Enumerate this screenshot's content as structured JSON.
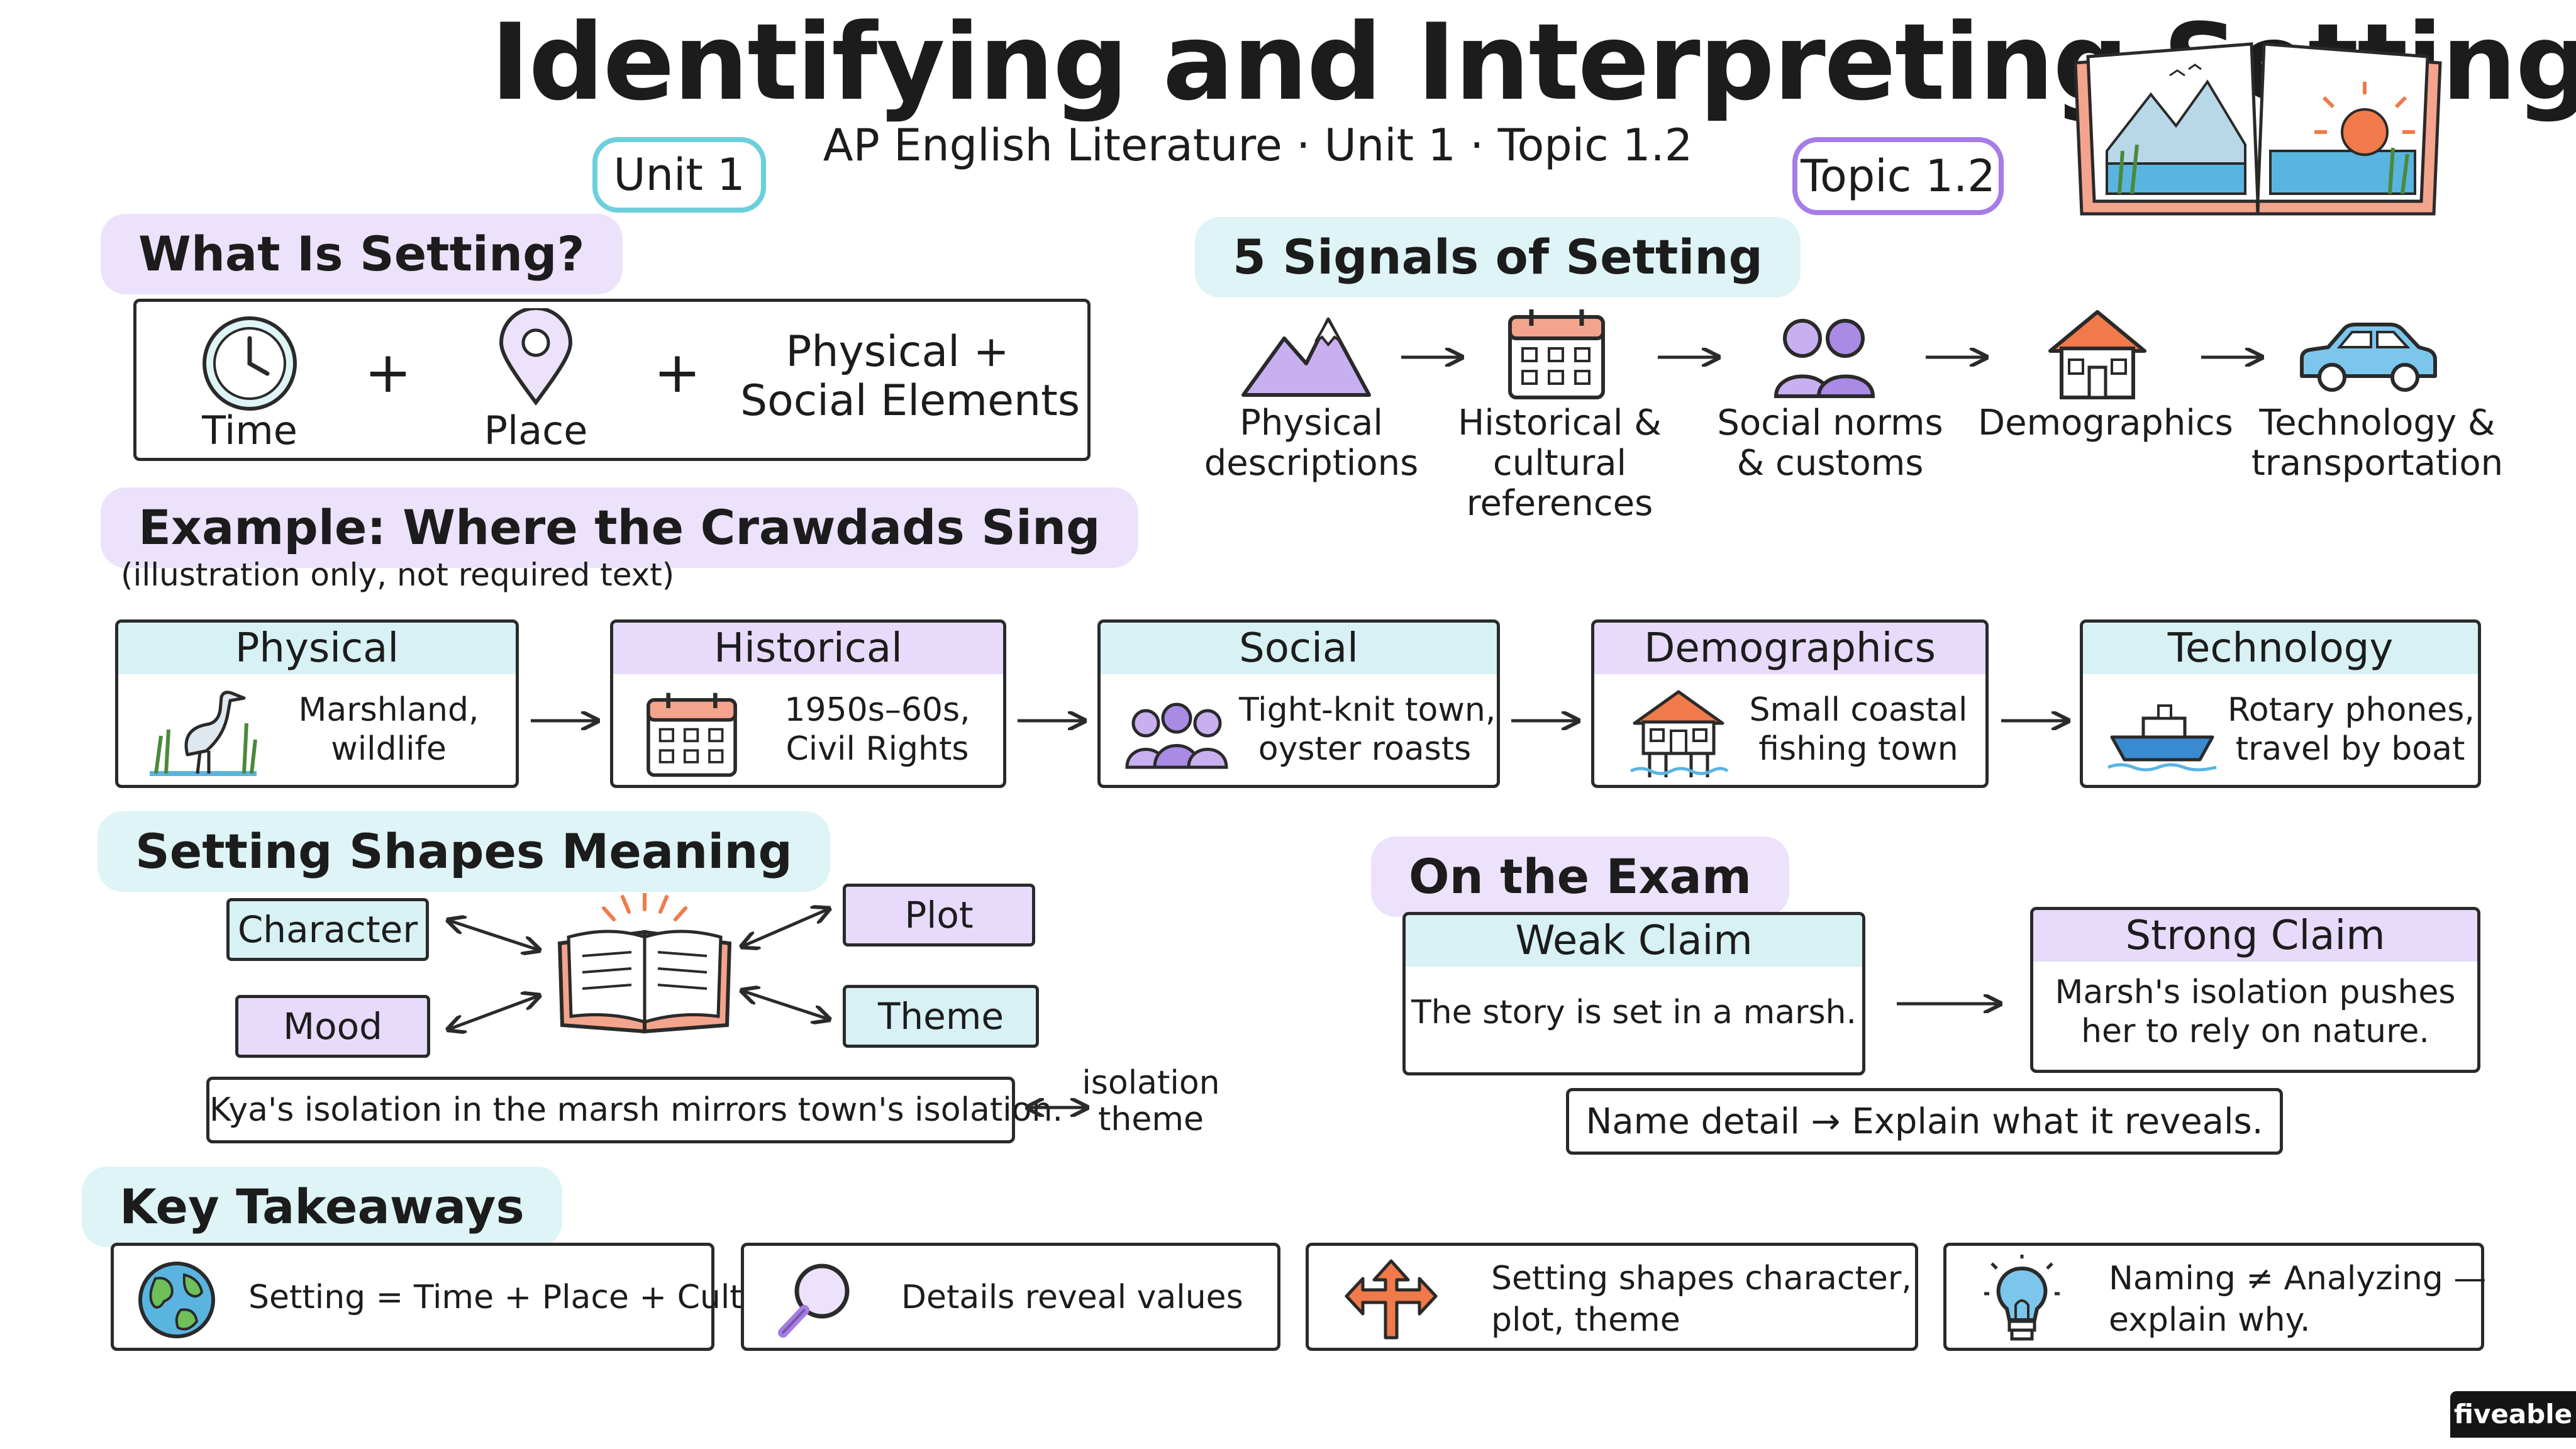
{
  "header": {
    "title": "Identifying and Interpreting Setting",
    "subtitle": "AP English Literature · Unit 1 · Topic 1.2",
    "unit_badge": "Unit 1",
    "topic_badge": "Topic 1.2"
  },
  "what_is_setting": {
    "heading": "What Is Setting?",
    "time": "Time",
    "place": "Place",
    "plus": "+",
    "elements_line1": "Physical +",
    "elements_line2": "Social Elements"
  },
  "signals": {
    "heading": "5 Signals of Setting",
    "items": [
      {
        "line1": "Physical",
        "line2": "descriptions",
        "line3": "",
        "icon": "mountain-icon"
      },
      {
        "line1": "Historical &",
        "line2": "cultural",
        "line3": "references",
        "icon": "calendar-icon"
      },
      {
        "line1": "Social norms",
        "line2": "& customs",
        "line3": "",
        "icon": "people-icon"
      },
      {
        "line1": "Demographics",
        "line2": "",
        "line3": "",
        "icon": "house-icon"
      },
      {
        "line1": "Technology &",
        "line2": "transportation",
        "line3": "",
        "icon": "car-icon"
      }
    ]
  },
  "example": {
    "heading": "Example: Where the Crawdads Sing",
    "note": "(illustration only, not required text)",
    "cards": [
      {
        "title": "Physical",
        "line1": "Marshland,",
        "line2": "wildlife",
        "icon": "heron-icon"
      },
      {
        "title": "Historical",
        "line1": "1950s–60s,",
        "line2": "Civil Rights",
        "icon": "calendar-icon"
      },
      {
        "title": "Social",
        "line1": "Tight-knit town,",
        "line2": "oyster roasts",
        "icon": "people-icon"
      },
      {
        "title": "Demographics",
        "line1": "Small coastal",
        "line2": "fishing town",
        "icon": "stilt-house-icon"
      },
      {
        "title": "Technology",
        "line1": "Rotary phones,",
        "line2": "travel by boat",
        "icon": "boat-icon"
      }
    ]
  },
  "shapes": {
    "heading": "Setting Shapes Meaning",
    "character": "Character",
    "mood": "Mood",
    "plot": "Plot",
    "theme": "Theme",
    "quote": "Kya's isolation in the marsh mirrors town's isolation.",
    "note_line1": "isolation",
    "note_line2": "theme"
  },
  "exam": {
    "heading": "On the Exam",
    "weak_title": "Weak Claim",
    "weak_text": "The story is set in a marsh.",
    "strong_title": "Strong Claim",
    "strong_line1": "Marsh's isolation pushes",
    "strong_line2": "her to rely on nature.",
    "method": "Name detail → Explain what it reveals."
  },
  "takeaways": {
    "heading": "Key Takeaways",
    "items": [
      {
        "line1": "Setting = Time + Place + Culture",
        "line2": "",
        "icon": "globe-icon"
      },
      {
        "line1": "Details reveal values",
        "line2": "",
        "icon": "magnifier-icon"
      },
      {
        "line1": "Setting shapes character,",
        "line2": "plot, theme",
        "icon": "branch-arrows-icon"
      },
      {
        "line1": "Naming ≠ Analyzing —",
        "line2": "explain why.",
        "icon": "lightbulb-icon"
      }
    ]
  },
  "brand": "fiveable",
  "colors": {
    "teal": "#d7f1f4",
    "purple": "#e7dafb",
    "ink": "#2a2a2a",
    "accent_orange": "#e8785a"
  }
}
